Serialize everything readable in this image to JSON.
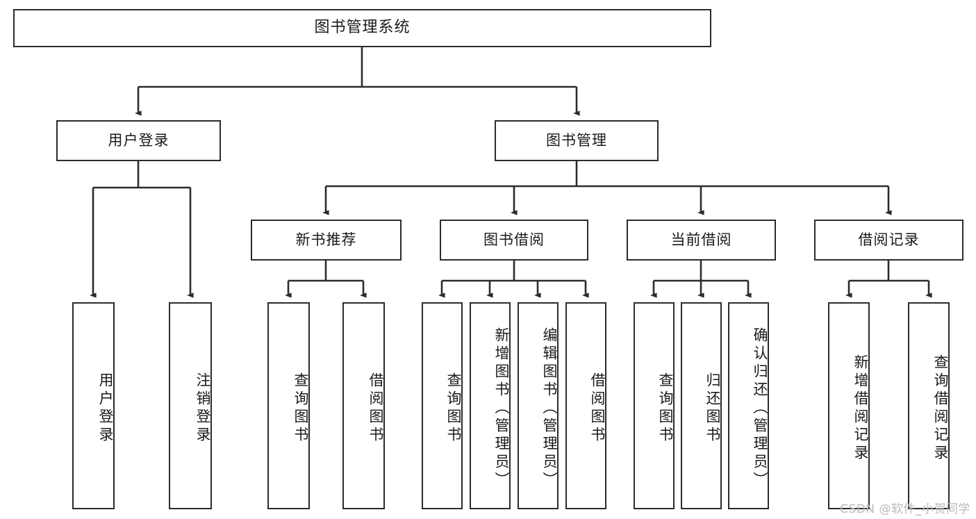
{
  "diagram": {
    "title": "图书管理系统",
    "type": "tree",
    "root": {
      "id": "root",
      "label": "图书管理系统",
      "orientation": "horizontal"
    },
    "level1": [
      {
        "id": "user-login",
        "label": "用户登录",
        "orientation": "horizontal"
      },
      {
        "id": "book-manage",
        "label": "图书管理",
        "orientation": "horizontal"
      }
    ],
    "level2": [
      {
        "id": "new-book-recommend",
        "label": "新书推荐",
        "parent": "book-manage",
        "orientation": "horizontal"
      },
      {
        "id": "book-borrow",
        "label": "图书借阅",
        "parent": "book-manage",
        "orientation": "horizontal"
      },
      {
        "id": "current-borrow",
        "label": "当前借阅",
        "parent": "book-manage",
        "orientation": "horizontal"
      },
      {
        "id": "borrow-record",
        "label": "借阅记录",
        "parent": "book-manage",
        "orientation": "horizontal"
      }
    ],
    "leaves": [
      {
        "id": "leaf-user-login",
        "label": "用户登录",
        "parent": "user-login",
        "orientation": "vertical"
      },
      {
        "id": "leaf-logout",
        "label": "注销登录",
        "parent": "user-login",
        "orientation": "vertical"
      },
      {
        "id": "leaf-query-book-1",
        "label": "查询图书",
        "parent": "new-book-recommend",
        "orientation": "vertical"
      },
      {
        "id": "leaf-borrow-book-1",
        "label": "借阅图书",
        "parent": "new-book-recommend",
        "orientation": "vertical"
      },
      {
        "id": "leaf-query-book-2",
        "label": "查询图书",
        "parent": "book-borrow",
        "orientation": "vertical"
      },
      {
        "id": "leaf-add-book",
        "label": "新增图书（管理员）",
        "parent": "book-borrow",
        "orientation": "vertical"
      },
      {
        "id": "leaf-edit-book",
        "label": "编辑图书（管理员）",
        "parent": "book-borrow",
        "orientation": "vertical"
      },
      {
        "id": "leaf-borrow-book-2",
        "label": "借阅图书",
        "parent": "book-borrow",
        "orientation": "vertical"
      },
      {
        "id": "leaf-query-book-3",
        "label": "查询图书",
        "parent": "current-borrow",
        "orientation": "vertical"
      },
      {
        "id": "leaf-return-book",
        "label": "归还图书",
        "parent": "current-borrow",
        "orientation": "vertical"
      },
      {
        "id": "leaf-confirm-return",
        "label": "确认归还（管理员）",
        "parent": "current-borrow",
        "orientation": "vertical"
      },
      {
        "id": "leaf-add-record",
        "label": "新增借阅记录",
        "parent": "borrow-record",
        "orientation": "vertical"
      },
      {
        "id": "leaf-query-record",
        "label": "查询借阅记录",
        "parent": "borrow-record",
        "orientation": "vertical"
      }
    ],
    "colors": {
      "stroke": "#2b2b2b",
      "fill": "#ffffff",
      "text": "#1a1a1a",
      "watermark": "#b9b9b9"
    }
  },
  "watermark": {
    "text": "CSDN @软件_小贺同学"
  }
}
